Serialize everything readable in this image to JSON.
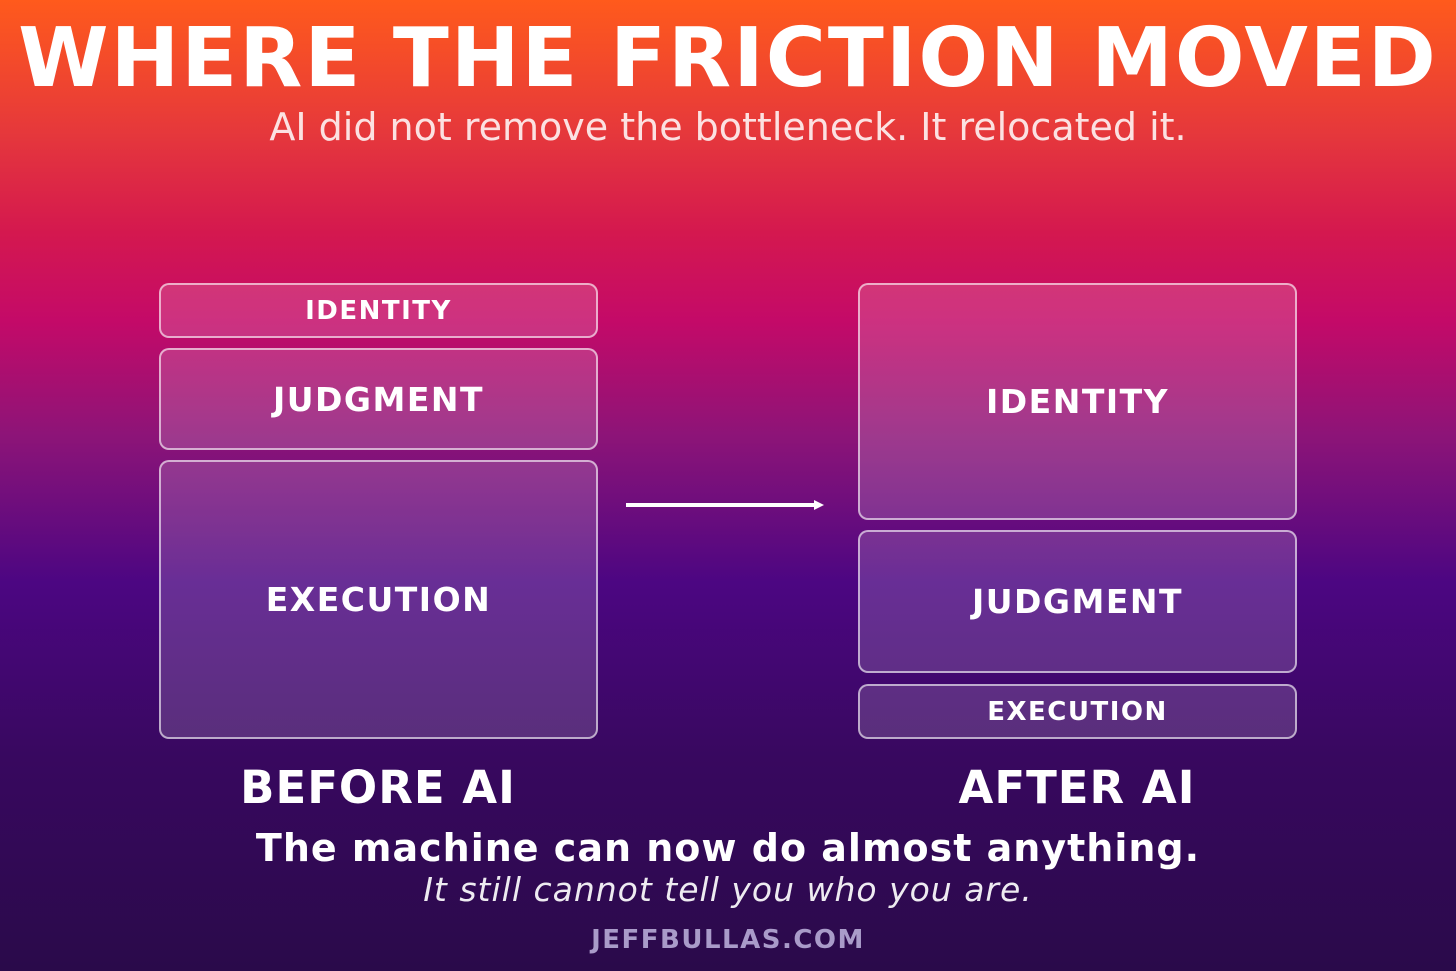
{
  "header": {
    "title": "WHERE THE FRICTION MOVED",
    "subtitle": "AI did not remove the bottleneck. It relocated it."
  },
  "before": {
    "label": "BEFORE AI",
    "blocks": [
      {
        "label": "IDENTITY"
      },
      {
        "label": "JUDGMENT"
      },
      {
        "label": "EXECUTION"
      }
    ]
  },
  "after": {
    "label": "AFTER AI",
    "blocks": [
      {
        "label": "IDENTITY"
      },
      {
        "label": "JUDGMENT"
      },
      {
        "label": "EXECUTION"
      }
    ]
  },
  "footer": {
    "tagline": "The machine can now do almost anything.",
    "tagline_sub": "It still cannot tell you who you are.",
    "site": "JEFFBULLAS.COM"
  }
}
